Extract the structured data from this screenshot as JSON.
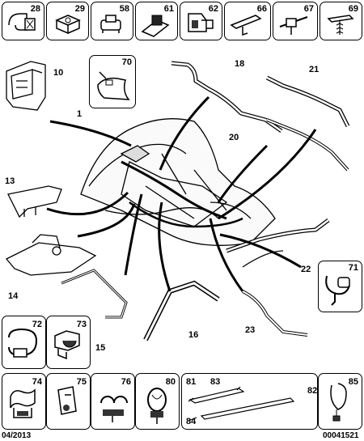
{
  "top_row": [
    {
      "number": "28",
      "icon": "cable-clip-icon"
    },
    {
      "number": "29",
      "icon": "square-fastener-icon"
    },
    {
      "number": "58",
      "icon": "grommet-clip-icon"
    },
    {
      "number": "61",
      "icon": "harness-holder-icon"
    },
    {
      "number": "62",
      "icon": "bracket-clip-icon"
    },
    {
      "number": "66",
      "icon": "edge-clip-icon"
    },
    {
      "number": "67",
      "icon": "push-pin-clip-icon"
    },
    {
      "number": "69",
      "icon": "fir-tree-clip-icon"
    }
  ],
  "part_70": "70",
  "callouts": {
    "c1": "1",
    "c10": "10",
    "c13": "13",
    "c14": "14",
    "c15": "15",
    "c16": "16",
    "c18": "18",
    "c20": "20",
    "c21": "21",
    "c22": "22",
    "c23": "23",
    "c71": "71"
  },
  "left_bottom": [
    {
      "number": "72",
      "icon": "hose-clamp-icon"
    },
    {
      "number": "73",
      "icon": "pipe-clip-icon"
    }
  ],
  "bottom_row": [
    {
      "number": "74",
      "icon": "tube-clip-icon"
    },
    {
      "number": "75",
      "icon": "bracket-nut-icon"
    },
    {
      "number": "76",
      "icon": "twin-clip-icon"
    },
    {
      "number": "80",
      "icon": "cable-tie-mount-icon"
    }
  ],
  "ties": {
    "n81": "81",
    "n83": "83",
    "n82": "82",
    "n84": "84"
  },
  "part_85": "85",
  "footer": {
    "date": "04/2013",
    "code": "00041521"
  }
}
